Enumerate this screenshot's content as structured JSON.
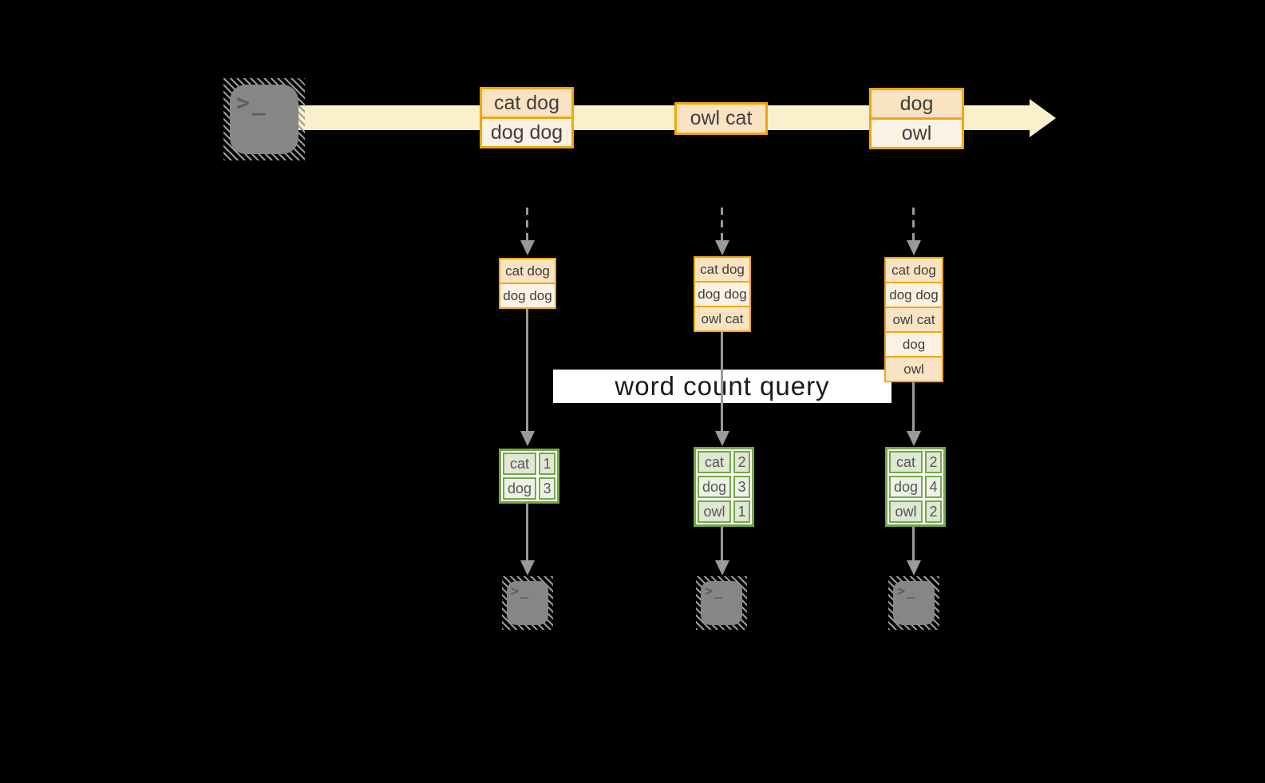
{
  "diagram": {
    "query_label": "word count query",
    "terminal_glyph": ">_",
    "colors": {
      "background": "#000000",
      "stream_band": "#FBF0CB",
      "event_border": "#F1A70B",
      "event_fill_dark": "#FAE3C3",
      "event_fill_light": "#FCF2E4",
      "table_border": "#75A848",
      "table_fill_dark": "#DFE8D2",
      "table_fill_light": "#EDF2E6",
      "arrow_gray": "#9A9A9A",
      "terminal_gray": "#868686",
      "banner_bg": "#FFFFFF"
    },
    "stream_events": [
      {
        "rows": [
          "cat dog",
          "dog dog"
        ]
      },
      {
        "rows": [
          "owl cat"
        ]
      },
      {
        "rows": [
          "dog",
          "owl"
        ]
      }
    ],
    "columns": [
      {
        "buffer": [
          "cat dog",
          "dog dog"
        ],
        "counts": [
          [
            "cat",
            "1"
          ],
          [
            "dog",
            "3"
          ]
        ]
      },
      {
        "buffer": [
          "cat dog",
          "dog dog",
          "owl cat"
        ],
        "counts": [
          [
            "cat",
            "2"
          ],
          [
            "dog",
            "3"
          ],
          [
            "owl",
            "1"
          ]
        ]
      },
      {
        "buffer": [
          "cat dog",
          "dog dog",
          "owl cat",
          "dog",
          "owl"
        ],
        "counts": [
          [
            "cat",
            "2"
          ],
          [
            "dog",
            "4"
          ],
          [
            "owl",
            "2"
          ]
        ]
      }
    ]
  }
}
